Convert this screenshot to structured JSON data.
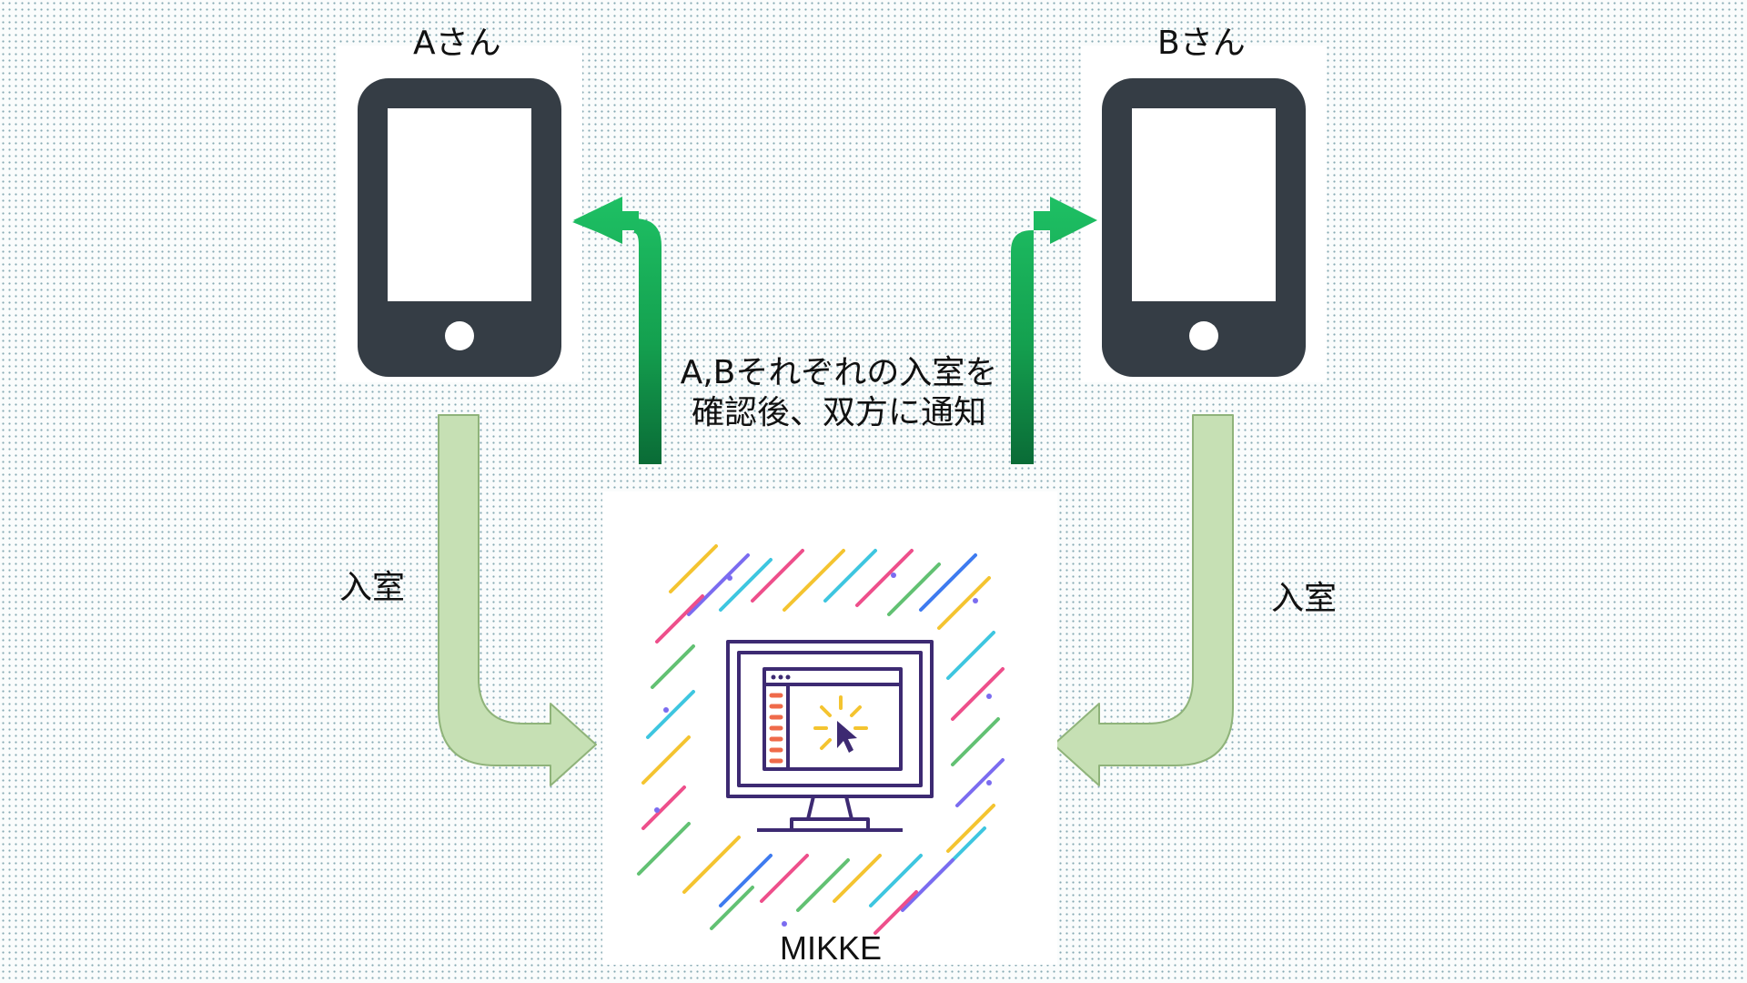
{
  "phones": {
    "a": {
      "label": "Aさん"
    },
    "b": {
      "label": "Bさん"
    }
  },
  "arrows": {
    "left_enter_label": "入室",
    "right_enter_label": "入室"
  },
  "notification": {
    "line1": "A,Bそれぞれの入室を",
    "line2": "確認後、双方に通知"
  },
  "center": {
    "label": "MIKKE"
  },
  "colors": {
    "phone_body": "#353d45",
    "enter_arrow_fill": "#c6e0b4",
    "enter_arrow_stroke": "#8fb37a",
    "notify_arrow_top": "#1ec064",
    "notify_arrow_bottom": "#0a6b36",
    "monitor_outline": "#3d2a72"
  },
  "icons": {
    "phone": "smartphone-icon",
    "computer": "monitor-cursor-icon"
  }
}
